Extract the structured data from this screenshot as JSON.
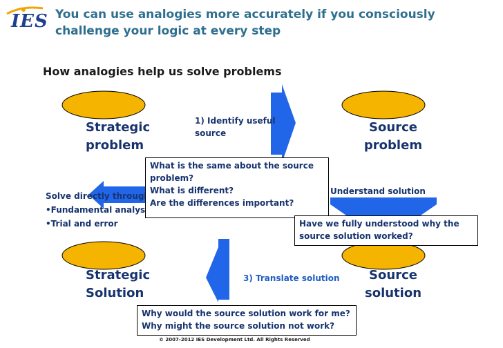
{
  "logo": {
    "text": "IES"
  },
  "header": {
    "title_line1": "You can use analogies more accurately if you consciously",
    "title_line2": "challenge your logic at every step"
  },
  "subtitle": "How analogies help us solve problems",
  "nodes": {
    "strategic_problem": [
      "Strategic",
      "problem"
    ],
    "source_problem": [
      "Source",
      "problem"
    ],
    "strategic_solution": [
      "Strategic",
      "Solution"
    ],
    "source_solution": [
      "Source",
      "solution"
    ]
  },
  "steps": {
    "identify": [
      "1) Identify useful",
      "source"
    ],
    "understand": "Understand solution",
    "translate": "3) Translate solution"
  },
  "direct_solve": {
    "heading": "Solve directly through",
    "items": [
      "•Fundamental analysi",
      "•Trial and error"
    ]
  },
  "callouts": {
    "same_different": [
      "What is the same about the source",
      "problem?",
      "What is different?",
      "Are the differences important?"
    ],
    "understood": [
      "Have we fully understood why the",
      "source solution worked?"
    ],
    "would_work": [
      "Why would the source solution work for me?",
      "Why might the source solution not work?"
    ]
  },
  "footer": "© 2007-2012 IES Development Ltd.  All Rights Reserved",
  "colors": {
    "ellipse_fill": "#f5b400",
    "arrow_fill": "#2166e8",
    "title": "#2e6f8e",
    "label": "#17336e"
  }
}
